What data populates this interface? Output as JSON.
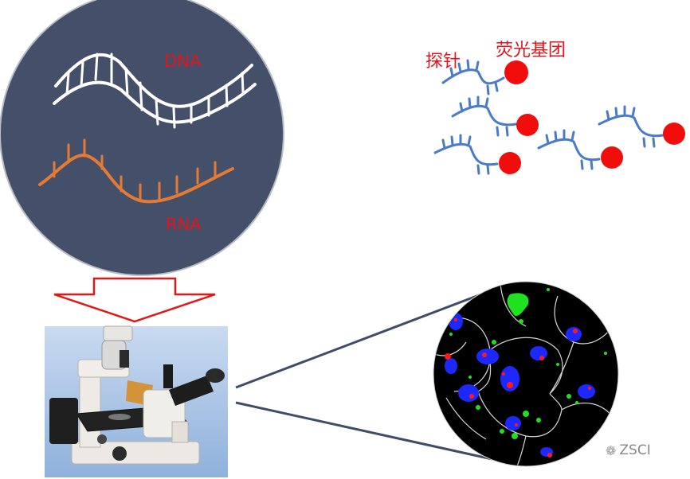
{
  "labels": {
    "dna": "DNA",
    "rna": "RNA",
    "probe": "探针",
    "fluor": "荧光基团"
  },
  "watermark": {
    "text": "ZSCI",
    "icon": "wechat-icon"
  },
  "colors": {
    "circle_bg": "#44506a",
    "dna_strand": "#ffffff",
    "rna_strand": "#e57a34",
    "probe_strand": "#4a7bc8",
    "fluorophore": "#f20d0d",
    "label_red": "#e0151b",
    "arrow_outline": "#e01818",
    "connector_lines": "#3f4d66"
  }
}
